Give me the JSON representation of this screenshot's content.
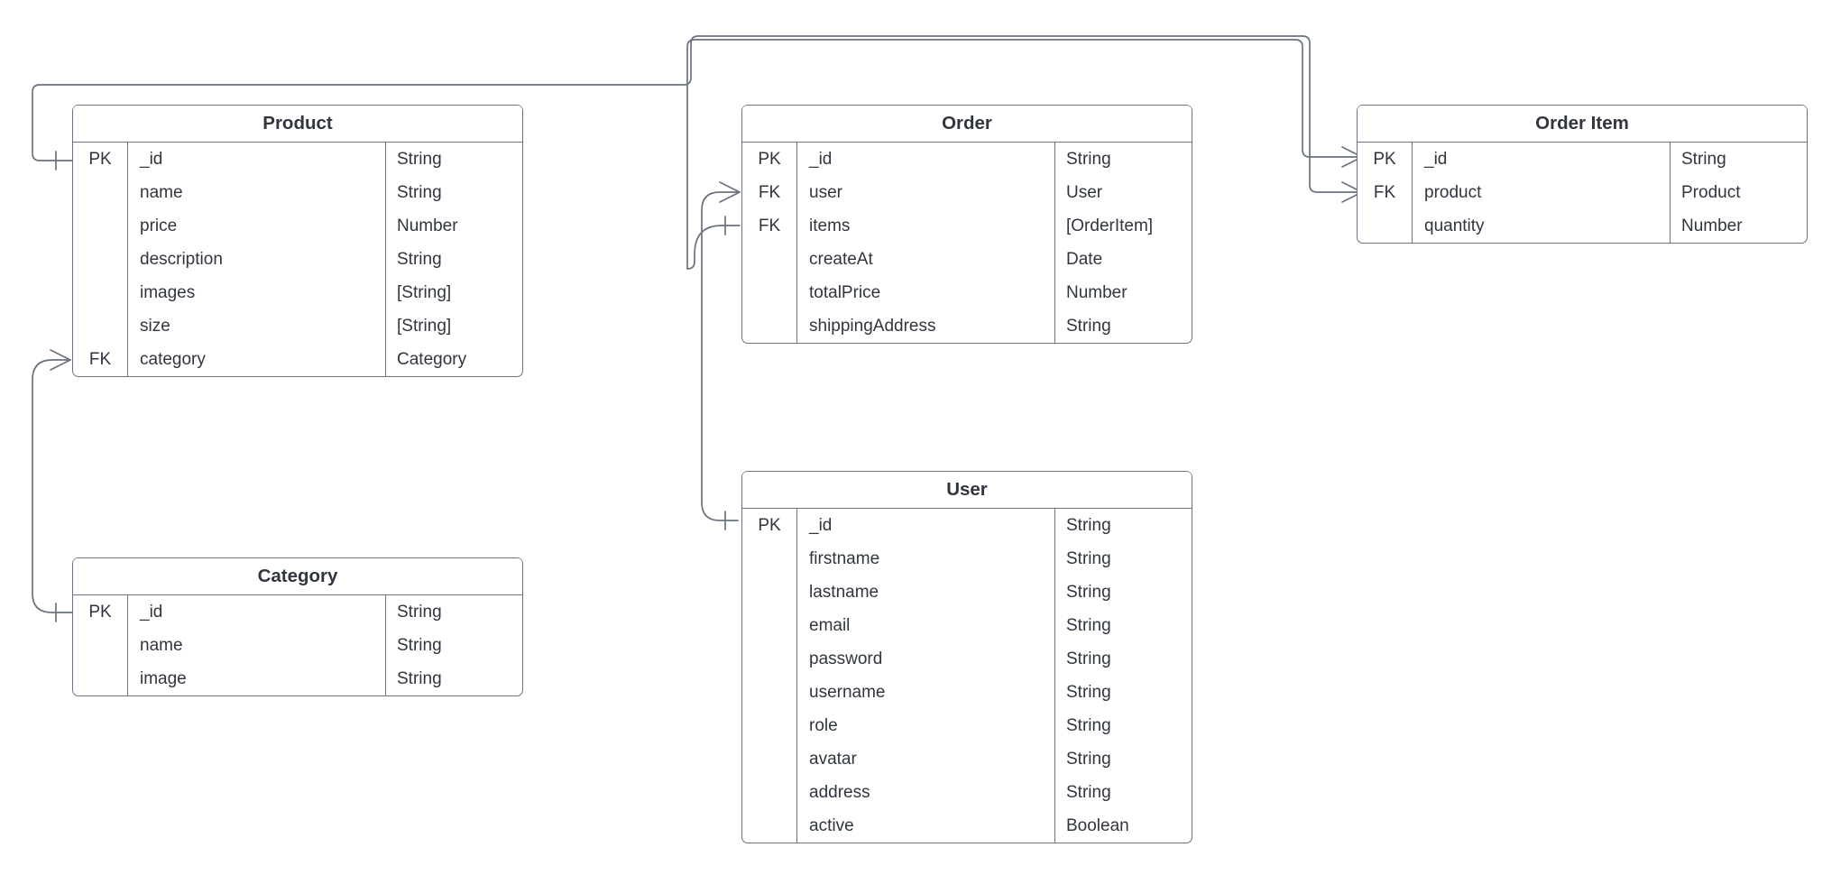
{
  "diagram": {
    "type": "entity-relationship-diagram",
    "notation": "crows-foot",
    "background_color": "#ffffff",
    "line_color": "#6a7280",
    "text_color": "#303540",
    "key_labels": {
      "primary": "PK",
      "foreign": "FK"
    },
    "entities": [
      {
        "id": "product",
        "name": "Product",
        "attributes": [
          {
            "key": "PK",
            "field": "_id",
            "type": "String"
          },
          {
            "key": "",
            "field": "name",
            "type": "String"
          },
          {
            "key": "",
            "field": "price",
            "type": "Number"
          },
          {
            "key": "",
            "field": "description",
            "type": "String"
          },
          {
            "key": "",
            "field": "images",
            "type": "[String]"
          },
          {
            "key": "",
            "field": "size",
            "type": "[String]"
          },
          {
            "key": "FK",
            "field": "category",
            "type": "Category"
          }
        ]
      },
      {
        "id": "order",
        "name": "Order",
        "attributes": [
          {
            "key": "PK",
            "field": "_id",
            "type": "String"
          },
          {
            "key": "FK",
            "field": "user",
            "type": "User"
          },
          {
            "key": "FK",
            "field": "items",
            "type": "[OrderItem]"
          },
          {
            "key": "",
            "field": "createAt",
            "type": "Date"
          },
          {
            "key": "",
            "field": "totalPrice",
            "type": "Number"
          },
          {
            "key": "",
            "field": "shippingAddress",
            "type": "String"
          }
        ]
      },
      {
        "id": "orderitem",
        "name": "Order Item",
        "attributes": [
          {
            "key": "PK",
            "field": "_id",
            "type": "String"
          },
          {
            "key": "FK",
            "field": "product",
            "type": "Product"
          },
          {
            "key": "",
            "field": "quantity",
            "type": "Number"
          }
        ]
      },
      {
        "id": "category",
        "name": "Category",
        "attributes": [
          {
            "key": "PK",
            "field": "_id",
            "type": "String"
          },
          {
            "key": "",
            "field": "name",
            "type": "String"
          },
          {
            "key": "",
            "field": "image",
            "type": "String"
          }
        ]
      },
      {
        "id": "user",
        "name": "User",
        "attributes": [
          {
            "key": "PK",
            "field": "_id",
            "type": "String"
          },
          {
            "key": "",
            "field": "firstname",
            "type": "String"
          },
          {
            "key": "",
            "field": "lastname",
            "type": "String"
          },
          {
            "key": "",
            "field": "email",
            "type": "String"
          },
          {
            "key": "",
            "field": "password",
            "type": "String"
          },
          {
            "key": "",
            "field": "username",
            "type": "String"
          },
          {
            "key": "",
            "field": "role",
            "type": "String"
          },
          {
            "key": "",
            "field": "avatar",
            "type": "String"
          },
          {
            "key": "",
            "field": "address",
            "type": "String"
          },
          {
            "key": "",
            "field": "active",
            "type": "Boolean"
          }
        ]
      }
    ],
    "relationships": [
      {
        "id": "orderitem-product",
        "from": "orderitem.product",
        "to": "product._id",
        "from_cardinality": "many",
        "to_cardinality": "one"
      },
      {
        "id": "product-category",
        "from": "product.category",
        "to": "category._id",
        "from_cardinality": "many",
        "to_cardinality": "one"
      },
      {
        "id": "order-user",
        "from": "order.user",
        "to": "user._id",
        "from_cardinality": "many",
        "to_cardinality": "one"
      },
      {
        "id": "order-items",
        "from": "order.items",
        "to": "orderitem._id",
        "from_cardinality": "one",
        "to_cardinality": "many"
      }
    ]
  }
}
